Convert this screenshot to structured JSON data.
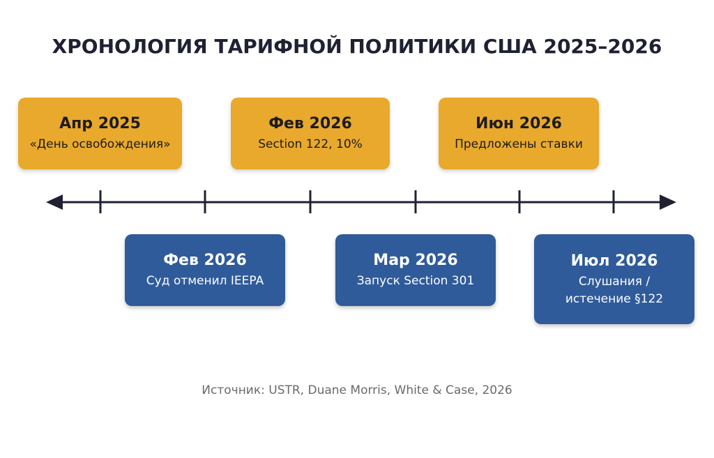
{
  "title": "ХРОНОЛОГИЯ ТАРИФНОЙ ПОЛИТИКИ США 2025–2026",
  "top_events": [
    {
      "date": "Апр 2025",
      "desc": "«День освобождения»"
    },
    {
      "date": "Фев 2026",
      "desc": "Section 122, 10%"
    },
    {
      "date": "Июн 2026",
      "desc": "Предложены ставки"
    }
  ],
  "bottom_events": [
    {
      "date": "Фев 2026",
      "desc": "Суд отменил IEEPA"
    },
    {
      "date": "Мар 2026",
      "desc": "Запуск Section 301"
    },
    {
      "date": "Июл 2026",
      "desc": "Слушания / истечение §122"
    }
  ],
  "source": "Источник: USTR, Duane Morris, White & Case, 2026",
  "colors": {
    "top_box": "#e9a92c",
    "bottom_box": "#2f5b9a",
    "axis": "#1f2133"
  }
}
